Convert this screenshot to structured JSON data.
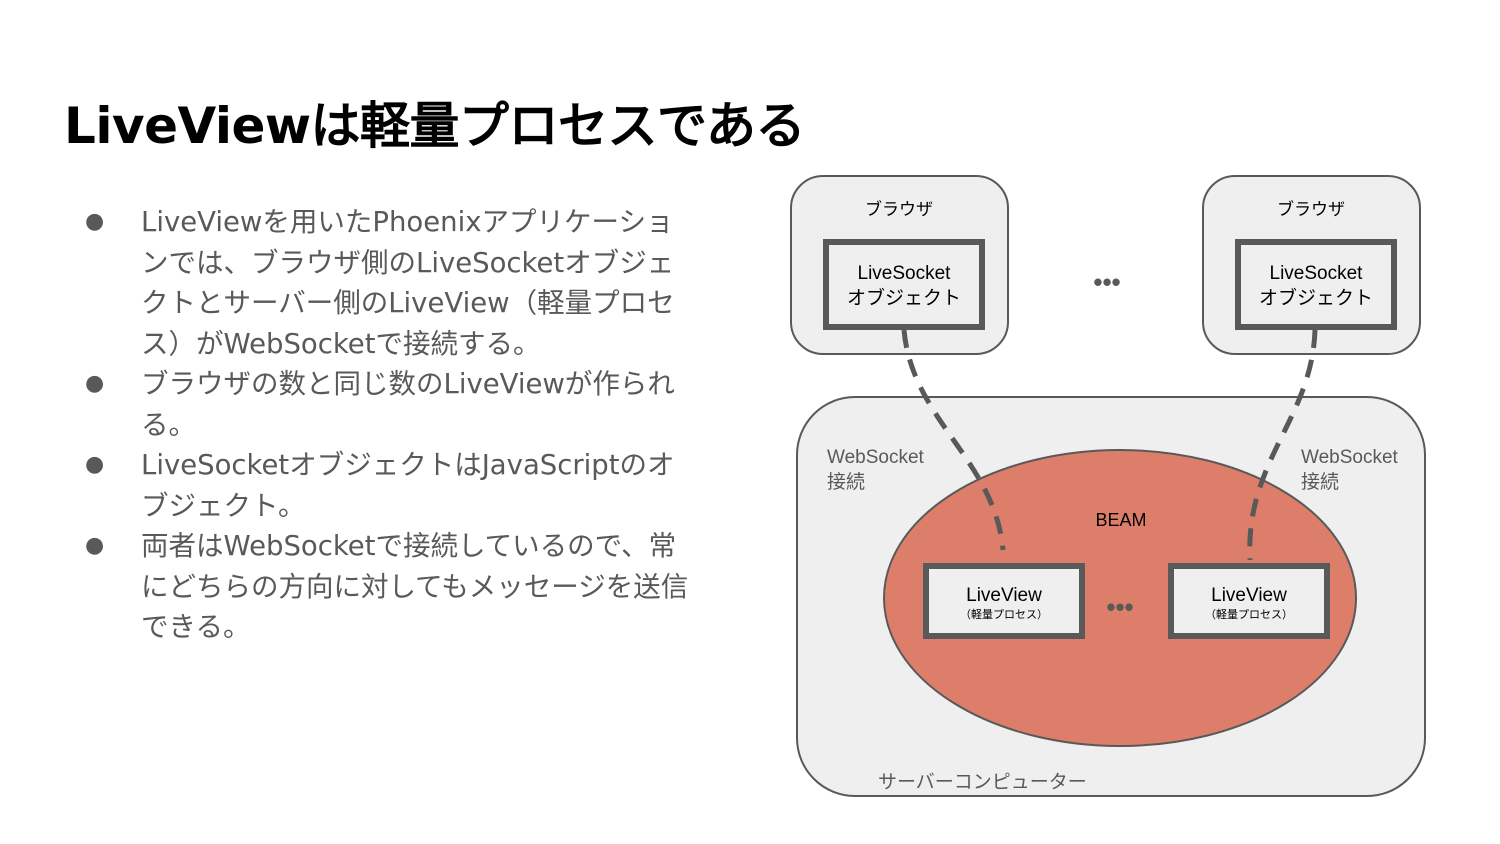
{
  "slide": {
    "title": "LiveViewは軽量プロセスである",
    "bullets": [
      "LiveViewを用いたPhoenixアプリケーションでは、ブラウザ側のLiveSocketオブジェクトとサーバー側のLiveView（軽量プロセス）がWebSocketで接続する。",
      "ブラウザの数と同じ数のLiveViewが作られる。",
      "LiveSocketオブジェクトはJavaScriptのオブジェクト。",
      "両者はWebSocketで接続しているので、常にどちらの方向に対してもメッセージを送信できる。"
    ],
    "bullet_glyph": "●"
  },
  "diagram": {
    "browser_left": {
      "label": "ブラウザ",
      "socket_line1": "LiveSocket",
      "socket_line2": "オブジェクト"
    },
    "browser_right": {
      "label": "ブラウザ",
      "socket_line1": "LiveSocket",
      "socket_line2": "オブジェクト"
    },
    "browser_ellipsis": "•••",
    "server_label": "サーバーコンピューター",
    "ws_left_line1": "WebSocket",
    "ws_left_line2": "接続",
    "ws_right_line1": "WebSocket",
    "ws_right_line2": "接続",
    "beam_label": "BEAM",
    "liveview_left": {
      "label": "LiveView",
      "sub": "（軽量プロセス）"
    },
    "liveview_right": {
      "label": "LiveView",
      "sub": "（軽量プロセス）"
    },
    "liveview_ellipsis": "•••",
    "colors": {
      "panel_fill": "#efefef",
      "panel_stroke": "#595959",
      "box_stroke": "#595959",
      "beam_fill": "#dd7e6b",
      "line": "#595959"
    }
  }
}
